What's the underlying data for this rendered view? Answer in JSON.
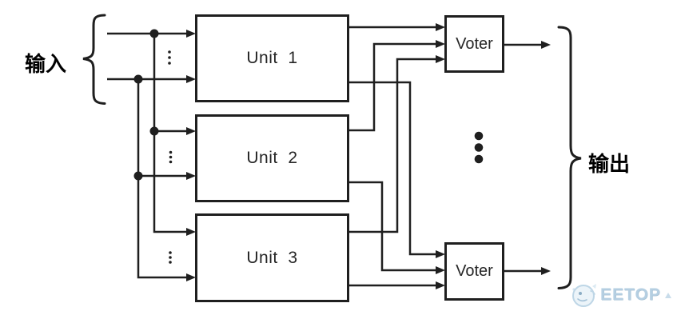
{
  "diagram": {
    "input_label": "输入",
    "output_label": "输出",
    "units": [
      {
        "label": "Unit  1"
      },
      {
        "label": "Unit  2"
      },
      {
        "label": "Unit  3"
      }
    ],
    "voters": [
      {
        "label": "Voter"
      },
      {
        "label": "Voter"
      }
    ],
    "colors": {
      "line": "#1f1f1f",
      "background": "#ffffff",
      "watermark": "#aecadf"
    },
    "watermark": {
      "brand": "EETOP",
      "logo": "whale-mascot-icon"
    }
  }
}
